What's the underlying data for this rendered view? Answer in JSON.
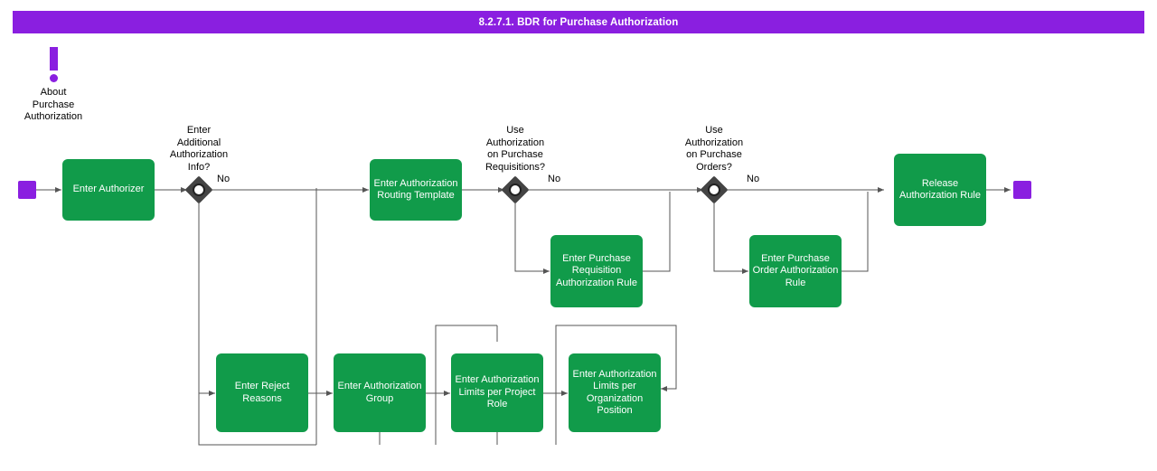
{
  "header": {
    "title": "8.2.7.1. BDR for Purchase Authorization"
  },
  "colors": {
    "accent": "#8A1FE0",
    "node": "#119B4A",
    "node_text": "#FFFFFF",
    "text": "#000000",
    "gateway": "#444444",
    "background": "#FFFFFF"
  },
  "note": {
    "icon": "exclamation-note-icon",
    "label": "About\nPurchase\nAuthorization"
  },
  "terminators": {
    "start": "start-terminator",
    "end": "end-terminator"
  },
  "gateways": [
    {
      "id": "gw-additional-auth-info",
      "caption": "Enter\nAdditional\nAuthorization\nInfo?",
      "branch_label": "No"
    },
    {
      "id": "gw-purchase-requisitions",
      "caption": "Use\nAuthorization\non Purchase\nRequisitions?",
      "branch_label": "No"
    },
    {
      "id": "gw-purchase-orders",
      "caption": "Use\nAuthorization\non Purchase\nOrders?",
      "branch_label": "No"
    }
  ],
  "nodes": [
    {
      "id": "enter-authorizer",
      "label": "Enter Authorizer"
    },
    {
      "id": "enter-authorization-routing-template",
      "label": "Enter\nAuthorization\nRouting\nTemplate"
    },
    {
      "id": "enter-purchase-requisition-authorization-rule",
      "label": "Enter Purchase\nRequisition\nAuthorization\nRule"
    },
    {
      "id": "enter-purchase-order-authorization-rule",
      "label": "Enter Purchase\nOrder\nAuthorization\nRule"
    },
    {
      "id": "release-authorization-rule",
      "label": "Release\nAuthorization\nRule"
    },
    {
      "id": "enter-reject-reasons",
      "label": "Enter Reject\nReasons"
    },
    {
      "id": "enter-authorization-group",
      "label": "Enter\nAuthorization\nGroup"
    },
    {
      "id": "enter-authorization-limits-per-project-role",
      "label": "Enter\nAuthorization\nLimits per\nProject Role"
    },
    {
      "id": "enter-authorization-limits-per-organization-position",
      "label": "Enter\nAuthorization\nLimits per\nOrganization\nPosition"
    }
  ]
}
